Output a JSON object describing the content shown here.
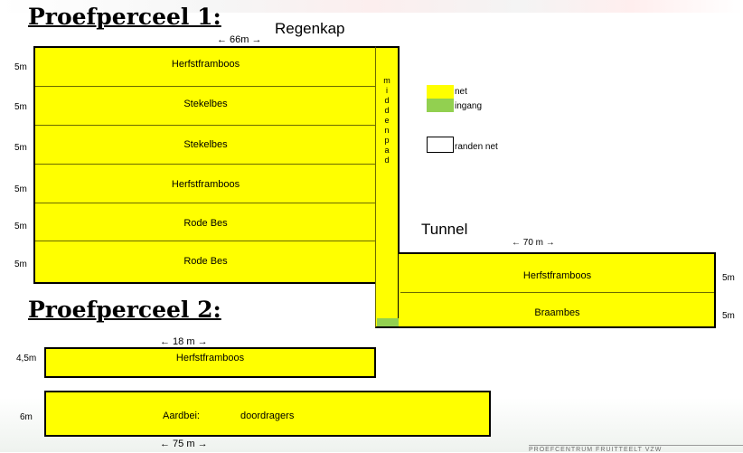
{
  "perceel1": {
    "title": "Proefperceel 1:",
    "regenkap": "Regenkap",
    "width_label": "← 66m →",
    "rows": [
      {
        "label": "Herfstframboos",
        "size": "5m"
      },
      {
        "label": "Stekelbes",
        "size": "5m"
      },
      {
        "label": "Stekelbes",
        "size": "5m"
      },
      {
        "label": "Herfstframboos",
        "size": "5m"
      },
      {
        "label": "Rode Bes",
        "size": "5m"
      },
      {
        "label": "Rode Bes",
        "size": "5m"
      }
    ],
    "middenpad": [
      "m",
      "i",
      "d",
      "d",
      "e",
      "n",
      "p",
      "a",
      "d"
    ]
  },
  "tunnel": {
    "title": "Tunnel",
    "width_label": "← 70 m →",
    "rows": [
      {
        "label": "Herfstframboos",
        "size": "5m"
      },
      {
        "label": "Braambes",
        "size": "5m"
      }
    ]
  },
  "legend": {
    "net": "net",
    "ingang": "ingang",
    "randen": "randen net",
    "colors": {
      "net": "#ffff00",
      "ingang": "#92d050"
    }
  },
  "perceel2": {
    "title": "Proefperceel 2:",
    "row1": {
      "label": "Herfstframboos",
      "size": "4,5m",
      "width_label": "← 18 m →"
    },
    "row2": {
      "label": "Aardbei:",
      "label2": "doordragers",
      "size": "6m",
      "width_label": "← 75 m →"
    }
  },
  "footer": "PROEFCENTRUM FRUITTEELT VZW"
}
